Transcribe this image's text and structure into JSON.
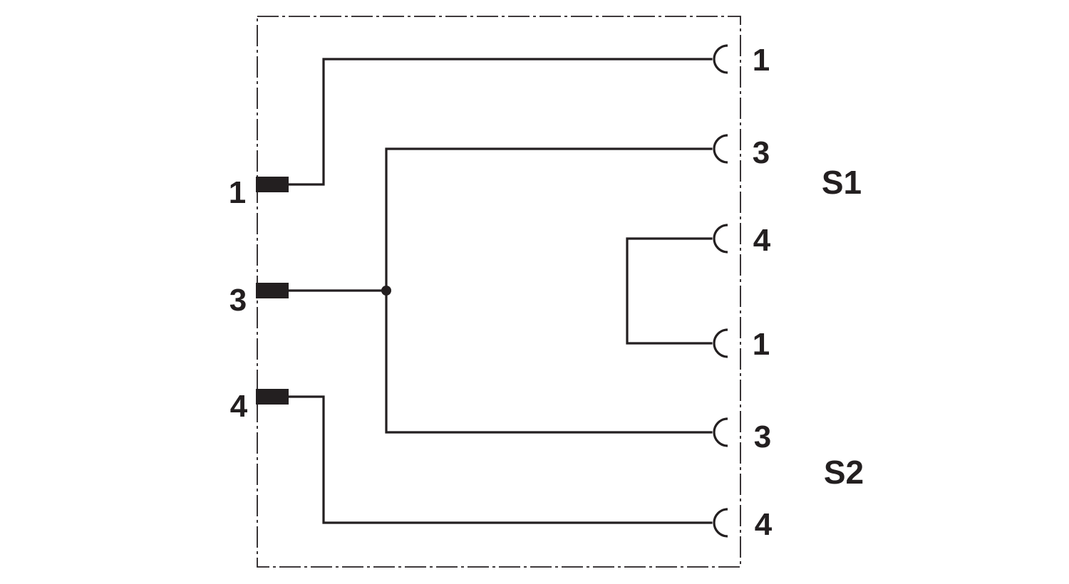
{
  "colors": {
    "ink": "#231f20",
    "background": "#ffffff"
  },
  "input_pins": [
    {
      "label": "1"
    },
    {
      "label": "3"
    },
    {
      "label": "4"
    }
  ],
  "output_groups": [
    {
      "label": "S1",
      "pins": [
        {
          "label": "1"
        },
        {
          "label": "3"
        },
        {
          "label": "4"
        }
      ]
    },
    {
      "label": "S2",
      "pins": [
        {
          "label": "1"
        },
        {
          "label": "3"
        },
        {
          "label": "4"
        }
      ]
    }
  ]
}
